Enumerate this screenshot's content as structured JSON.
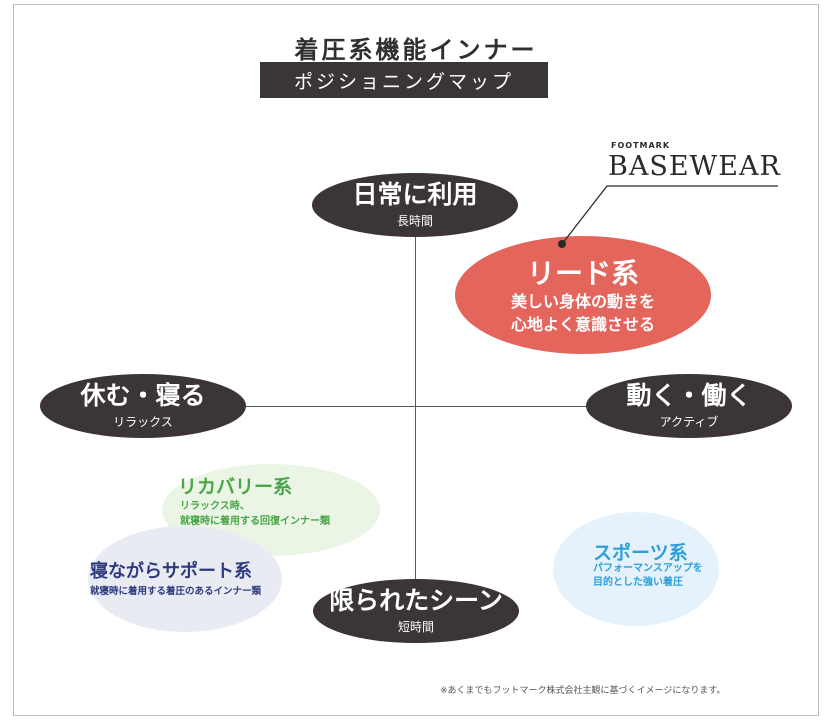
{
  "header": {
    "title": "着圧系機能インナー",
    "subtitle": "ポジショニングマップ"
  },
  "brand": {
    "small": "FOOTMARK",
    "large": "BASEWEAR"
  },
  "axes": {
    "top": {
      "label": "日常に利用",
      "sub": "長時間"
    },
    "bottom": {
      "label": "限られたシーン",
      "sub": "短時間"
    },
    "left": {
      "label": "休む・寝る",
      "sub": "リラックス"
    },
    "right": {
      "label": "動く・働く",
      "sub": "アクティブ"
    }
  },
  "categories": {
    "lead": {
      "title": "リード系",
      "line1": "美しい身体の動きを",
      "line2": "心地よく意識させる",
      "color": "#e4655c"
    },
    "recovery": {
      "title": "リカバリー系",
      "line1": "リラックス時、",
      "line2": "就寝時に着用する回復インナー類",
      "color": "#4aa548"
    },
    "sleep": {
      "title": "寝ながらサポート系",
      "line1": "就寝時に着用する着圧のあるインナー類",
      "color": "#2d3a7e"
    },
    "sports": {
      "title": "スポーツ系",
      "line1": "パフォーマンスアップを",
      "line2": "目的とした強い着圧",
      "color": "#2e9ed8"
    }
  },
  "footnote": "※あくまでもフットマーク株式会社主観に基づくイメージになります。"
}
